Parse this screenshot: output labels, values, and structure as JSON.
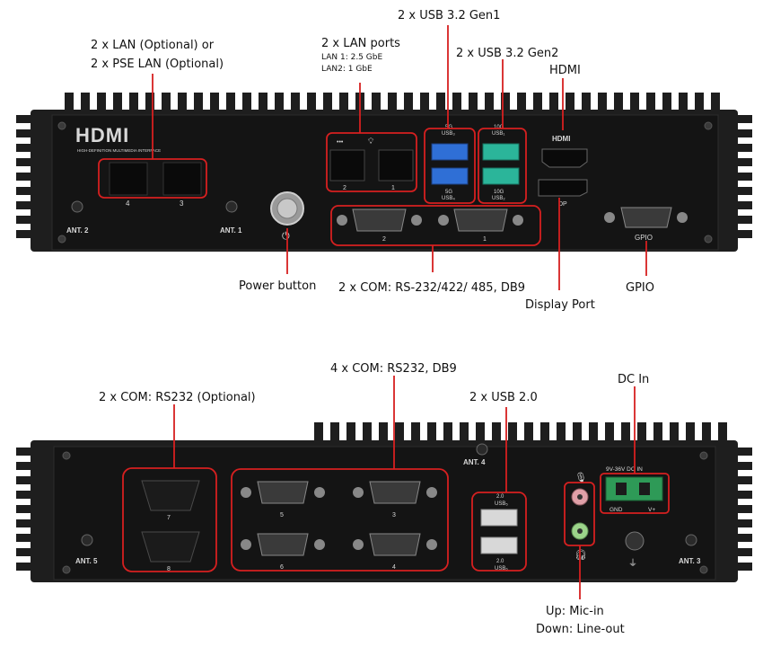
{
  "colors": {
    "chassis": "#1e1e1e",
    "panel": "#111111",
    "callout": "#d62020",
    "usb3_blue": "#2f6fd6",
    "usb_teal": "#2bb59a",
    "mic_pink": "#e0a0a8",
    "line_green": "#9cd48a",
    "dc_green": "#2e9a57"
  },
  "front": {
    "labels": {
      "usb3_gen1": "2 x USB 3.2 Gen1",
      "lan_title": "2 x LAN ports",
      "lan1": "LAN 1: 2.5 GbE",
      "lan2": "LAN2: 1 GbE",
      "usb3_gen2": "2 x USB 3.2 Gen2",
      "hdmi": "HDMI",
      "lan_optional_1": "2 x LAN (Optional) or",
      "lan_optional_2": "2 x PSE LAN (Optional)",
      "power_button": "Power button",
      "com": "2 x COM: RS-232/422/ 485, DB9",
      "gpio": "GPIO",
      "display_port": "Display Port"
    },
    "silkscreen": {
      "logo": "HDMI",
      "logo_sub": "HIGH-DEFINITION MULTIMEDIA INTERFACE",
      "ant2": "ANT. 2",
      "ant1": "ANT. 1",
      "lan4": "4",
      "lan3": "3",
      "lan2": "2",
      "lan1": "1",
      "usb_5g_top": "5G",
      "usb_5g_bot": "5G",
      "usb_label_top": "USB₃",
      "usb_label_bot": "USB₄",
      "usb_10g_top": "10G",
      "usb_10g_bot": "10G",
      "usb_label_top2": "USB₁",
      "usb_label_bot2": "USB₂",
      "hdmi": "HDMI",
      "dp": "DP",
      "gpio": "GPIO",
      "com2": "2",
      "com1": "1"
    }
  },
  "rear": {
    "labels": {
      "com_optional": "2 x COM: RS232 (Optional)",
      "com4": "4 x COM: RS232, DB9",
      "usb2": "2 x USB 2.0",
      "dc_in": "DC In",
      "audio_up": "Up: Mic-in",
      "audio_down": "Down: Line-out"
    },
    "silkscreen": {
      "ant4": "ANT. 4",
      "ant5": "ANT. 5",
      "ant3": "ANT. 3",
      "com7": "7",
      "com8": "8",
      "com5": "5",
      "com3": "3",
      "com6": "6",
      "com4": "4",
      "usb_top": "2.0",
      "usb_top_name": "USB₅",
      "usb_bot": "2.0",
      "usb_bot_name": "USB₆",
      "dc_range": "9V-36V DC IN",
      "gnd": "GND",
      "vplus": "V+"
    }
  }
}
